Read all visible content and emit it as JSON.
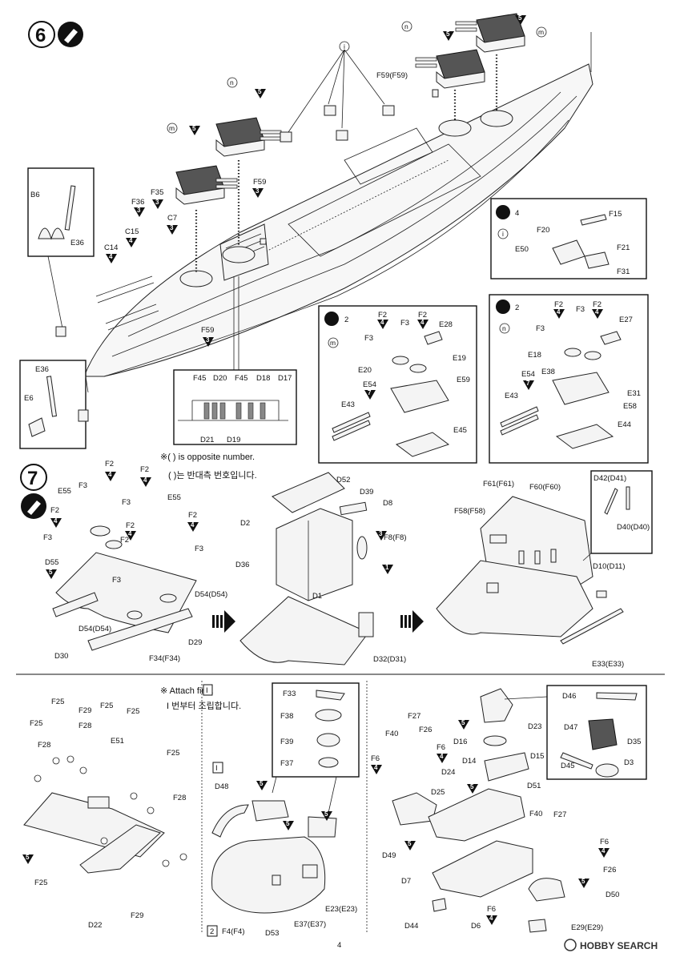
{
  "page": {
    "number": "4"
  },
  "step6": {
    "number": "6",
    "labels": {
      "a_n1": "n",
      "a_n2": "n",
      "a_m1": "m",
      "a_m2": "m",
      "a_i": "i",
      "f59top": "F59(F59)",
      "f59": "F59",
      "f59b": "F59",
      "b6": "B6",
      "e36": "E36",
      "e36b": "E36",
      "e6": "E6",
      "f36": "F36",
      "f35": "F35",
      "c7": "C7",
      "c15": "C15",
      "c14": "C14",
      "f45a": "F45",
      "d20": "D20",
      "f45b": "F45",
      "d18": "D18",
      "d17": "D17",
      "d21": "D21",
      "d19": "D19"
    },
    "note1": "※( ) is opposite number.",
    "note2": "( )는 반대측 번호입니다.",
    "sub_right_top": {
      "count": "4",
      "icon": "i",
      "labels": [
        "F15",
        "F20",
        "E50",
        "F21",
        "F31"
      ]
    },
    "sub_mid": {
      "count": "2",
      "icon": "m",
      "labels": [
        "F2",
        "F2",
        "F3",
        "F3",
        "E28",
        "E19",
        "E20",
        "E59",
        "E54",
        "E43",
        "E45"
      ]
    },
    "sub_right": {
      "count": "2",
      "icon": "n",
      "labels": [
        "F2",
        "F2",
        "F3",
        "F3",
        "E27",
        "E18",
        "E38",
        "E54",
        "E31",
        "E43",
        "E58",
        "E44"
      ]
    }
  },
  "step7": {
    "number": "7",
    "left": [
      "F2",
      "F2",
      "F3",
      "E55",
      "F3",
      "F2",
      "E55",
      "F2",
      "F3",
      "F2",
      "F2",
      "F3",
      "D55",
      "F3",
      "D54(D54)",
      "D54(D54)",
      "D29",
      "D30",
      "F34(F34)"
    ],
    "mid": [
      "D52",
      "D39",
      "D8",
      "D2",
      "D36",
      "F8(F8)",
      "D1",
      "D32(D31)"
    ],
    "right": [
      "F61(F61)",
      "F60(F60)",
      "D42(D41)",
      "F58(F58)",
      "D40(D40)",
      "D10(D11)",
      "E33(E33)"
    ]
  },
  "bottom": {
    "attach_note": "※ Attach  first.",
    "attach_box": "I",
    "attach_kr": "I  번부터 조립합니다.",
    "left": [
      "F25",
      "F29",
      "F25",
      "F25",
      "F25",
      "F28",
      "F28",
      "E51",
      "F25",
      "F28",
      "F25",
      "F29",
      "D22"
    ],
    "mid_box_label": "I",
    "mid_box2_label": "2",
    "mid": [
      "F33",
      "F38",
      "F39",
      "F37",
      "D48",
      "F4(F4)",
      "D53",
      "E37(E37)",
      "E23(E23)"
    ],
    "right": [
      "F27",
      "F40",
      "F26",
      "D23",
      "D16",
      "F6",
      "F6",
      "D14",
      "D15",
      "D24",
      "D25",
      "D51",
      "D49",
      "F40",
      "F27",
      "F6",
      "D7",
      "F26",
      "D50",
      "D44",
      "D6",
      "F6",
      "E29(E29)"
    ],
    "inset": [
      "D46",
      "D47",
      "D35",
      "D3",
      "D45"
    ]
  },
  "watermark": "HOBBY SEARCH",
  "triangle_values": {
    "t5": "5",
    "t3": "3",
    "t4": "4",
    "t7": "7",
    "t1": "1"
  },
  "colors": {
    "ink": "#111111",
    "paper": "#ffffff"
  }
}
